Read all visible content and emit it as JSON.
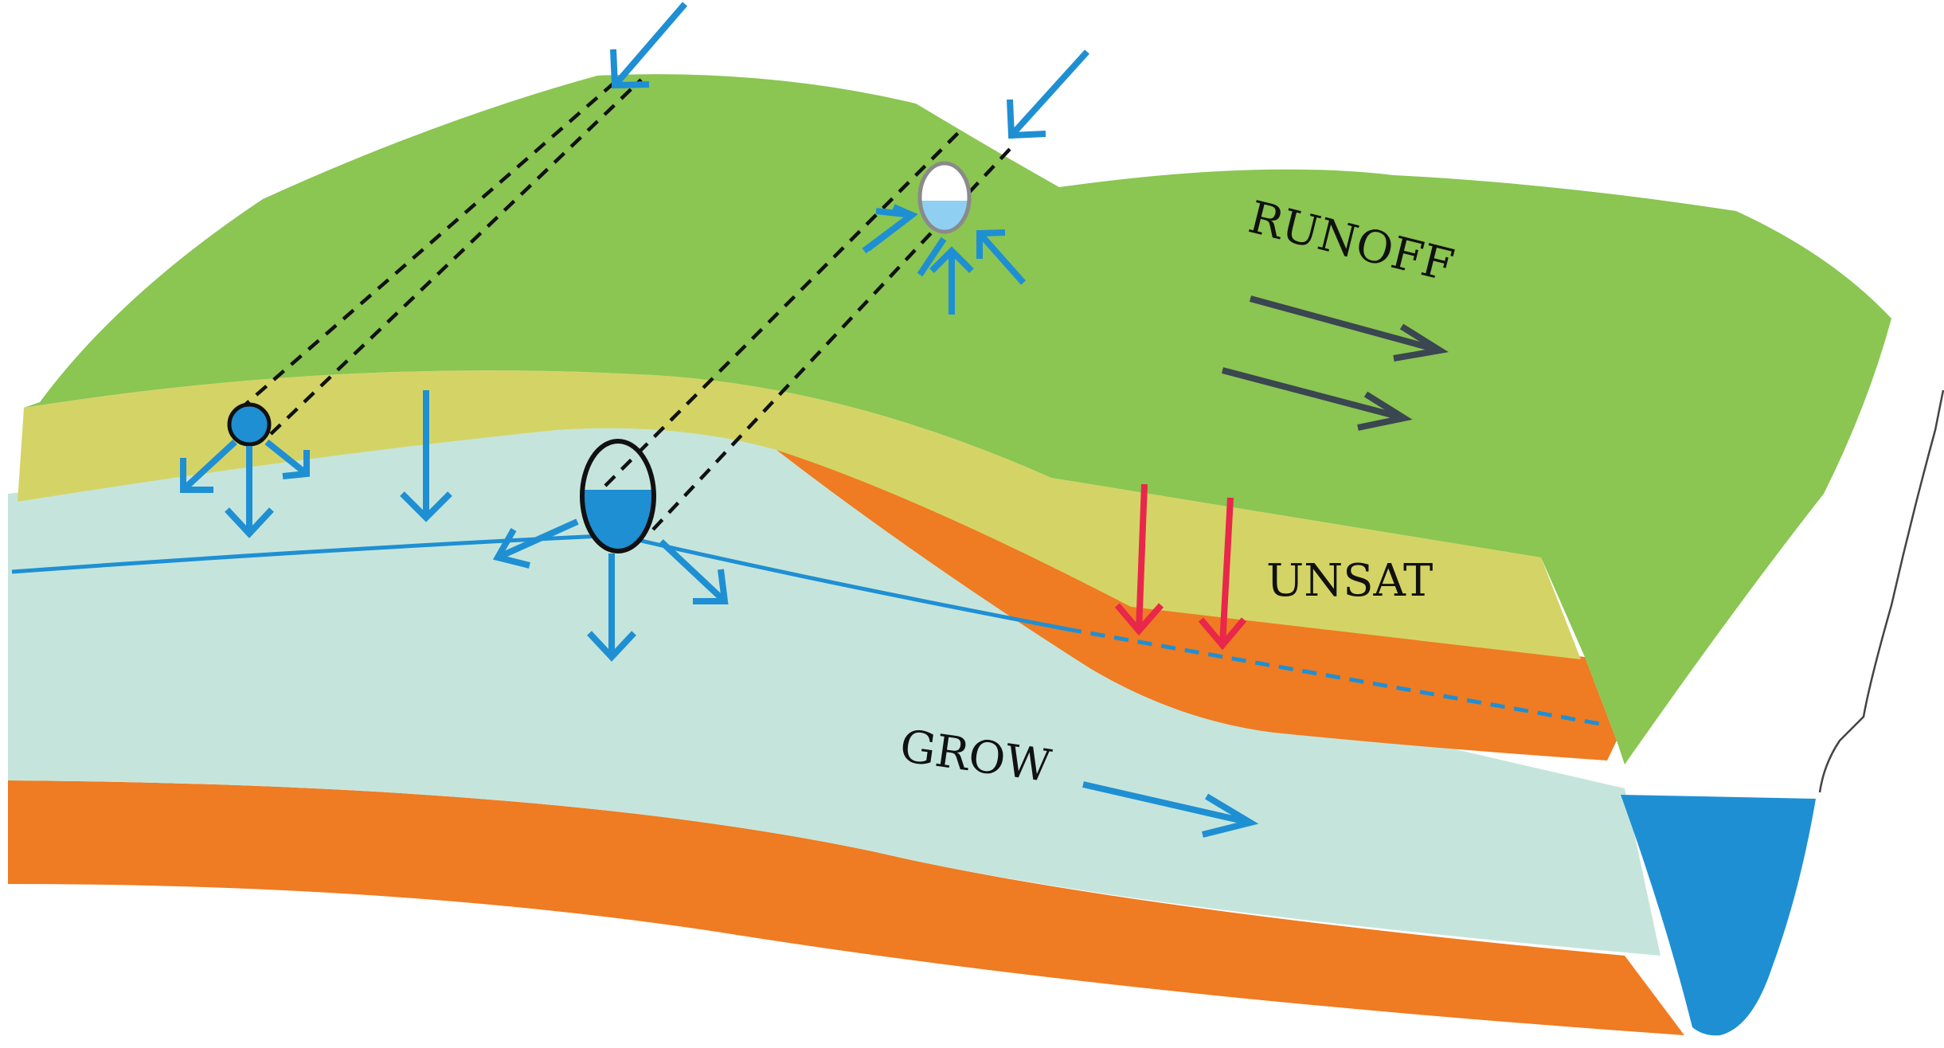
{
  "labels": {
    "runoff": "RUNOFF",
    "unsat": "UNSAT",
    "grow": "GROW"
  },
  "colors": {
    "surface": "#8bc552",
    "unsaturated_zone": "#d4d466",
    "aquifer": "#c5e5dc",
    "confining_layer": "#ef7b22",
    "water": "#1f8fd3",
    "recharge_arrow": "#e8274b",
    "runoff_arrow": "#3a4650",
    "dashed_line": "#111111"
  },
  "icons": {
    "runoff_arrows": "dark-right-arrow",
    "recharge_arrows": "red-down-arrow",
    "flow_arrows": "blue-arrow",
    "wells": "well-cross-section"
  }
}
